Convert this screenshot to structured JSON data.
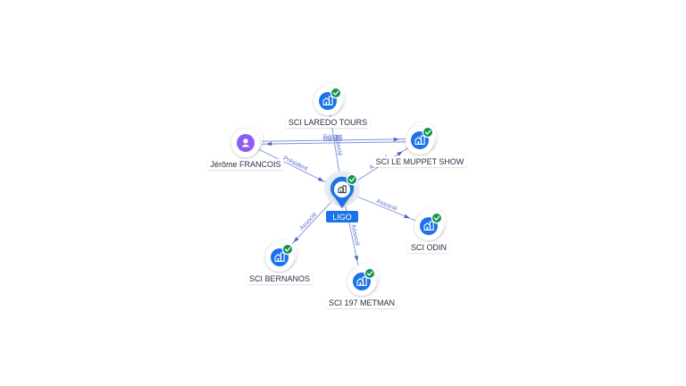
{
  "graph": {
    "center": {
      "id": "ligo",
      "label": "LIGO",
      "icon": "building-icon",
      "verified": true,
      "color": "#1a73e8"
    },
    "nodes": [
      {
        "id": "laredo",
        "label": "SCI LAREDO TOURS",
        "type": "company",
        "icon": "building-icon",
        "verified": true
      },
      {
        "id": "muppet",
        "label": "SCI LE MUPPET SHOW",
        "type": "company",
        "icon": "building-icon",
        "verified": true
      },
      {
        "id": "odin",
        "label": "SCI ODIN",
        "type": "company",
        "icon": "building-icon",
        "verified": true
      },
      {
        "id": "metman",
        "label": "SCI 197 METMAN",
        "type": "company",
        "icon": "building-icon",
        "verified": true
      },
      {
        "id": "bernanos",
        "label": "SCI BERNANOS",
        "type": "company",
        "icon": "building-icon",
        "verified": true
      },
      {
        "id": "jerome",
        "label": "Jérôme FRANCOIS",
        "type": "person",
        "icon": "person-icon",
        "verified": false
      }
    ],
    "edges": [
      {
        "from": "ligo",
        "to": "laredo",
        "label": "Associé"
      },
      {
        "from": "ligo",
        "to": "muppet",
        "label": "Associé"
      },
      {
        "from": "ligo",
        "to": "odin",
        "label": "Associé"
      },
      {
        "from": "ligo",
        "to": "metman",
        "label": "Associé"
      },
      {
        "from": "ligo",
        "to": "bernanos",
        "label": "Associé"
      },
      {
        "from": "jerome",
        "to": "ligo",
        "label": "Président"
      },
      {
        "from": "jerome",
        "to": "muppet",
        "label": "Gérant"
      },
      {
        "from": "muppet",
        "to": "jerome",
        "label": "Gérant"
      }
    ],
    "colors": {
      "company": "#1a73e8",
      "person": "#8e5cf0",
      "verified": "#17914f",
      "edge": "#7b8fd6"
    }
  }
}
